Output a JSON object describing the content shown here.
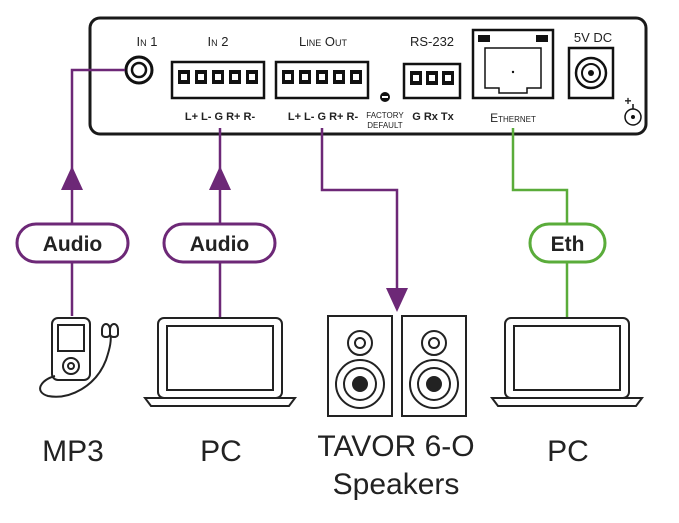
{
  "panel": {
    "in1": "In 1",
    "in2": "In 2",
    "in2_pins": "L+ L- G R+ R-",
    "line_out": "Line Out",
    "line_out_pins": "L+ L- G R+ R-",
    "factory_line1": "FACTORY",
    "factory_line2": "DEFAULT",
    "rs232": "RS-232",
    "rs232_pins": "G Rx Tx",
    "ethernet": "Ethernet",
    "power": "5V DC",
    "power_plus": "+"
  },
  "connections": {
    "audio1": "Audio",
    "audio2": "Audio",
    "eth": "Eth"
  },
  "devices": {
    "mp3": "MP3",
    "pc1": "PC",
    "speakers_line1": "TAVOR 6-O",
    "speakers_line2": "Speakers",
    "pc2": "PC"
  },
  "colors": {
    "audio": "#6d2877",
    "ethernet": "#5aac3a",
    "panel_fill": "#ffffff",
    "panel_stroke": "#1a1a1a",
    "terminal": "#2e8b3d"
  }
}
